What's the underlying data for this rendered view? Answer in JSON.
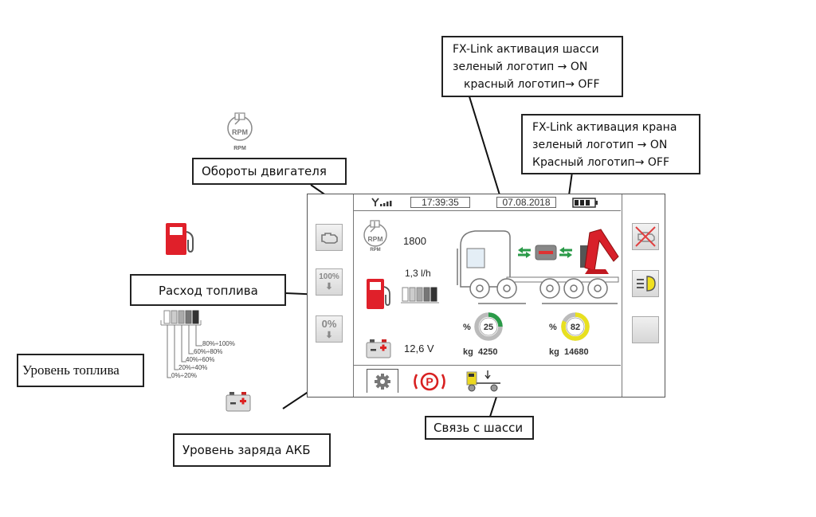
{
  "callouts": {
    "fxlink_chassis": {
      "line1": "FX-Link активация шасси",
      "line2": "зеленый логотип → ON",
      "line3": "красный логотип→ OFF"
    },
    "fxlink_crane": {
      "line1": "FX-Link активация крана",
      "line2": "зеленый логотип → ON",
      "line3": "Красный логотип→ OFF"
    },
    "engine_rpm": "Обороты двигателя",
    "fuel_consumption": "Расход топлива",
    "fuel_level": "Уровень топлива",
    "battery_level": "Уровень заряда АКБ",
    "chassis_link": "Связь с шасси"
  },
  "legend": {
    "rpm_icon_label": "RPM",
    "fuel_ranges": [
      "80%÷100%",
      "60%÷80%",
      "40%÷60%",
      "20%÷40%",
      "0%÷20%"
    ]
  },
  "screen": {
    "status_bar": {
      "time": "17:39:35",
      "date": "07.08.2018",
      "signal": "signal-icon",
      "battery": "battery-icon"
    },
    "left_buttons": [
      {
        "icon": "engine-check-icon"
      },
      {
        "label": "100%",
        "icon": "arrow-down-icon"
      },
      {
        "label": "0%",
        "icon": "arrow-down-icon"
      }
    ],
    "engine": {
      "rpm": "1800",
      "rpm_label": "RPM"
    },
    "fuel": {
      "consumption": "1,3 l/h",
      "level_bars_filled": 5,
      "level_bars_total": 5
    },
    "battery": {
      "voltage": "12,6 V"
    },
    "gauges": [
      {
        "pct_label": "%",
        "value": "25",
        "percent": 25,
        "kg_label": "kg",
        "kg": "4250",
        "color": "#2a9a48"
      },
      {
        "pct_label": "%",
        "value": "82",
        "percent": 82,
        "kg_label": "kg",
        "kg": "14680",
        "color": "#e8e020"
      }
    ],
    "right_buttons": [
      {
        "icon": "engine-off-icon"
      },
      {
        "icon": "headlight-icon"
      },
      {
        "icon": "blank-button"
      }
    ],
    "bottom_bar": [
      {
        "icon": "gear-icon"
      },
      {
        "icon": "parking-brake-icon"
      },
      {
        "icon": "truck-link-icon"
      }
    ]
  },
  "colors": {
    "red": "#e0202a",
    "green": "#2a9a48",
    "yellow": "#e8e020"
  }
}
